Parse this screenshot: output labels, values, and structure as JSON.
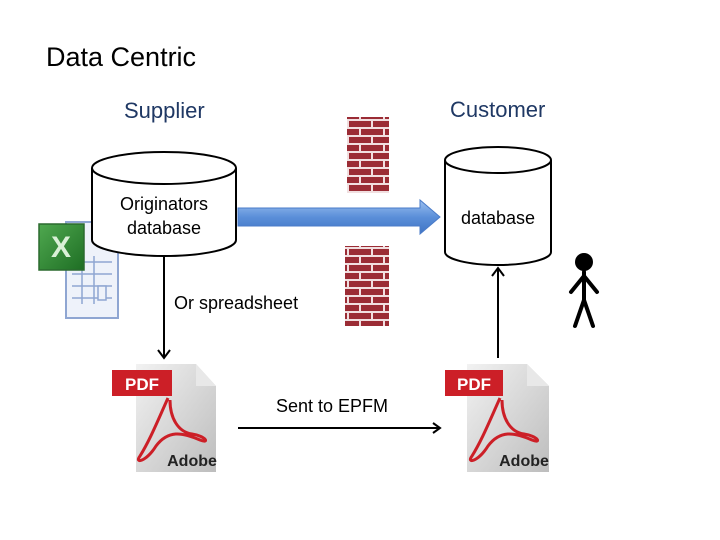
{
  "title": "Data Centric",
  "supplier": {
    "heading": "Supplier",
    "database_label_line1": "Originators",
    "database_label_line2": "database",
    "alt_source_label": "Or spreadsheet",
    "spreadsheet_icon": "excel-icon",
    "pdf_icon": {
      "badge": "PDF",
      "brand": "Adobe"
    }
  },
  "customer": {
    "heading": "Customer",
    "database_label": "database",
    "user_icon": "person-icon",
    "pdf_icon": {
      "badge": "PDF",
      "brand": "Adobe"
    }
  },
  "flows": {
    "direct_arrow": "database-to-database",
    "transfer_label": "Sent to EPFM"
  },
  "colors": {
    "heading": "#1f3864",
    "arrow_fill": "#5b8fd9",
    "brick": "#9b2c35",
    "pdf_red": "#cc1f27"
  }
}
